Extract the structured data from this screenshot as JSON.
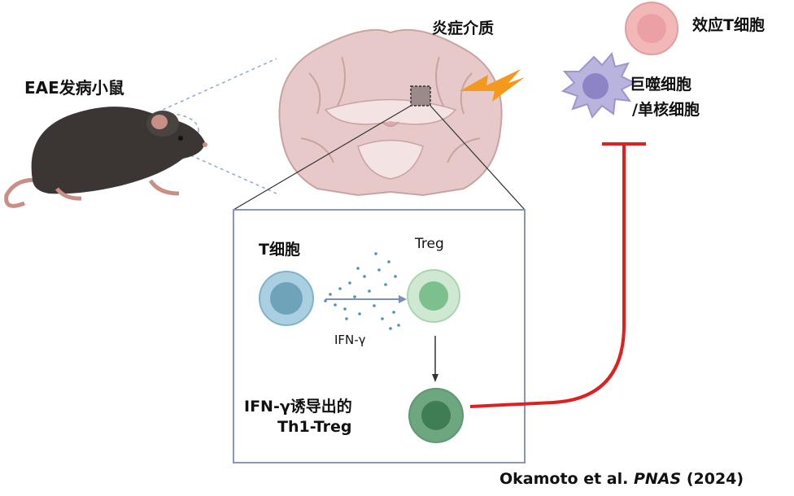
{
  "labels": {
    "mouse": "EAE发病小鼠",
    "mediator": "炎症介质",
    "effector_t": "效应T细胞",
    "macrophage_line1": "巨噬细胞",
    "macrophage_line2": "/单核细胞",
    "t_cell": "T细胞",
    "treg": "Treg",
    "ifn_gamma": "IFN-γ",
    "th1_treg_line1": "IFN-γ诱导出的",
    "th1_treg_line2": "Th1-Treg"
  },
  "citation": {
    "authors": "Okamoto et al.",
    "journal": "PNAS",
    "year": "(2024)"
  },
  "colors": {
    "inhibition_line": "#e01f1f",
    "t_cell": "#7fb3c8",
    "treg": "#a9d6b0",
    "th1_treg": "#5d9a70",
    "effector_t": "#f2b7b7",
    "macrophage": "#b9b4de",
    "lightning": "#f39a1c",
    "brain": "#e8c9c9"
  }
}
